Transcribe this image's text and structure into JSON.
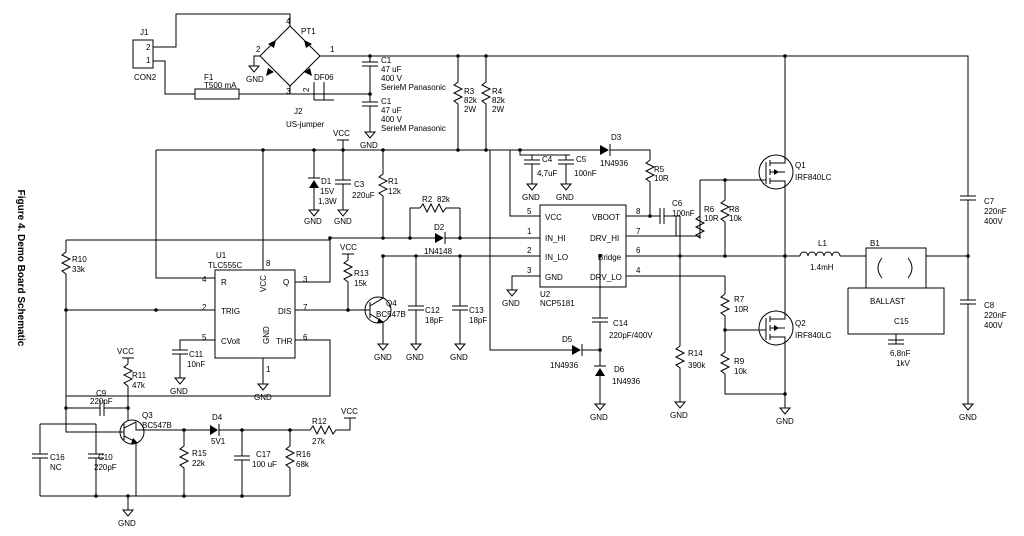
{
  "figure": {
    "title": "Figure 4. Demo Board Schematic"
  },
  "components": {
    "J1": {
      "ref": "J1",
      "pin2": "2",
      "pin1": "1",
      "name": "CON2"
    },
    "F1": {
      "ref": "F1",
      "value": "T500 mA"
    },
    "PT1": {
      "ref": "PT1",
      "type": "DF06",
      "p1": "1",
      "p2": "2",
      "p3": "3",
      "p4": "4"
    },
    "J2": {
      "ref": "J2",
      "value": "US-jumper",
      "p1": "1",
      "p2": "2"
    },
    "C1a": {
      "ref": "C1",
      "v1": "47 uF",
      "v2": "400 V",
      "v3": "SerieM Panasonic"
    },
    "C1b": {
      "ref": "C1",
      "v1": "47 uF",
      "v2": "400 V",
      "v3": "SerieM Panasonic"
    },
    "R3": {
      "ref": "R3",
      "v1": "82k",
      "v2": "2W"
    },
    "R4": {
      "ref": "R4",
      "v1": "82k",
      "v2": "2W"
    },
    "D3": {
      "ref": "D3",
      "value": "1N4936"
    },
    "C4": {
      "ref": "C4",
      "value": "4,7uF"
    },
    "C5": {
      "ref": "C5",
      "value": "100nF"
    },
    "R5": {
      "ref": "R5",
      "value": "10R"
    },
    "Q1": {
      "ref": "Q1",
      "value": "IRF840LC"
    },
    "Q2": {
      "ref": "Q2",
      "value": "IRF840LC"
    },
    "C7": {
      "ref": "C7",
      "v1": "220nF",
      "v2": "400V"
    },
    "C8": {
      "ref": "C8",
      "v1": "220nF",
      "v2": "400V"
    },
    "L1": {
      "ref": "L1",
      "value": "1.4mH"
    },
    "B1": {
      "ref": "B1",
      "value": "BALLAST"
    },
    "C15": {
      "ref": "C15",
      "v1": "6,8nF",
      "v2": "1kV"
    },
    "D1": {
      "ref": "D1",
      "v1": "15V",
      "v2": "1,3W"
    },
    "C3": {
      "ref": "C3",
      "value": "220uF"
    },
    "R1": {
      "ref": "R1",
      "value": "12k"
    },
    "R2": {
      "ref": "R2",
      "value": "82k"
    },
    "D2": {
      "ref": "D2",
      "value": "1N4148"
    },
    "U2": {
      "ref": "U2",
      "value": "NCP5181",
      "pins": [
        "VCC",
        "IN_HI",
        "IN_LO",
        "GND",
        "VBOOT",
        "DRV_HI",
        "Bridge",
        "DRV_LO"
      ],
      "nums": [
        "5",
        "1",
        "2",
        "3",
        "8",
        "7",
        "6",
        "4"
      ]
    },
    "C6": {
      "ref": "C6",
      "value": "100nF"
    },
    "R6": {
      "ref": "R6",
      "value": "10R"
    },
    "R8": {
      "ref": "R8",
      "value": "10k"
    },
    "R7": {
      "ref": "R7",
      "value": "10R"
    },
    "R9": {
      "ref": "R9",
      "value": "10k"
    },
    "R14": {
      "ref": "R14",
      "value": "390k"
    },
    "C14": {
      "ref": "C14",
      "value": "220pF/400V"
    },
    "D5": {
      "ref": "D5",
      "value": "1N4936"
    },
    "D6": {
      "ref": "D6",
      "value": "1N4936"
    },
    "U1": {
      "ref": "U1",
      "value": "TLC555C",
      "pins": [
        "R",
        "VCC",
        "Q",
        "TRIG",
        "DIS",
        "CVolt",
        "GND",
        "THR"
      ],
      "nums": [
        "4",
        "8",
        "3",
        "2",
        "7",
        "5",
        "1",
        "6"
      ]
    },
    "R10": {
      "ref": "R10",
      "value": "33k"
    },
    "R13": {
      "ref": "R13",
      "value": "15k"
    },
    "Q4": {
      "ref": "Q4",
      "value": "BC547B"
    },
    "C12": {
      "ref": "C12",
      "value": "18pF"
    },
    "C13": {
      "ref": "C13",
      "value": "18pF"
    },
    "C11": {
      "ref": "C11",
      "value": "10nF"
    },
    "R11": {
      "ref": "R11",
      "value": "47k"
    },
    "C9": {
      "ref": "C9",
      "value": "220pF"
    },
    "Q3": {
      "ref": "Q3",
      "value": "BC547B"
    },
    "C16": {
      "ref": "C16",
      "value": "NC"
    },
    "C10": {
      "ref": "C10",
      "value": "220pF"
    },
    "D4": {
      "ref": "D4",
      "value": "5V1"
    },
    "R15": {
      "ref": "R15",
      "value": "22k"
    },
    "C17": {
      "ref": "C17",
      "value": "100 uF"
    },
    "R16": {
      "ref": "R16",
      "value": "68k"
    },
    "R12": {
      "ref": "R12",
      "value": "27k"
    }
  },
  "nets": {
    "gnd": "GND",
    "vcc": "VCC"
  }
}
